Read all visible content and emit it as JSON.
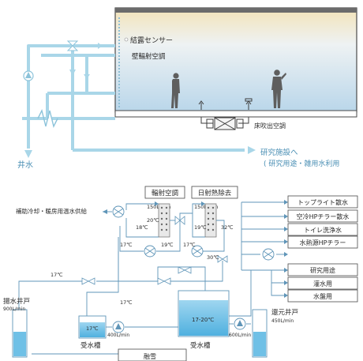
{
  "top_section": {
    "sensor_label": "結露センサー",
    "radiant_wall_label": "壁輻射空調",
    "floor_outlet_label": "床吹出空調",
    "well_water_label": "井水",
    "research_label_1": "研究施設へ",
    "research_label_2": "( 研究用途・雑用水利用"
  },
  "flow_diagram": {
    "radiant_ac_label": "輻射空調",
    "solar_removal_label": "日射熱除去",
    "flow_radiant": "150L/min",
    "flow_solar": "150L/min",
    "aux_label": "補助冷却・暖房用温水供給",
    "temp_18": "18℃",
    "temp_20": "20℃",
    "temp_19a": "19℃",
    "temp_32": "32℃",
    "temp_17a": "17℃",
    "temp_19b": "19℃",
    "temp_17b": "17℃",
    "temp_30": "30℃",
    "temp_17c": "17℃",
    "temp_17d": "17℃",
    "temp_17e": "17℃",
    "tank_temp": "17-20℃",
    "flow_400": "400L/min",
    "flow_600": "600L/min",
    "pump_well_label": "揚水井戸",
    "pump_well_flow": "900L/min",
    "return_well_label": "還元井戸",
    "return_well_flow": "450L/min",
    "small_tank_label": "受水槽",
    "big_tank_label": "受水槽",
    "bottom_label": "融雪",
    "right_boxes": [
      "トップライト散水",
      "空冷HPチラー散水",
      "トイレ洗浄水",
      "水熱源HPチラー",
      "研究用途",
      "灌水用",
      "水盤用"
    ]
  },
  "colors": {
    "pipe_top": "#a9d6e8",
    "pipe_bottom": "#5f95b8",
    "text_blue": "#4a8fb4",
    "tank_fill": "#5fb8e3"
  }
}
